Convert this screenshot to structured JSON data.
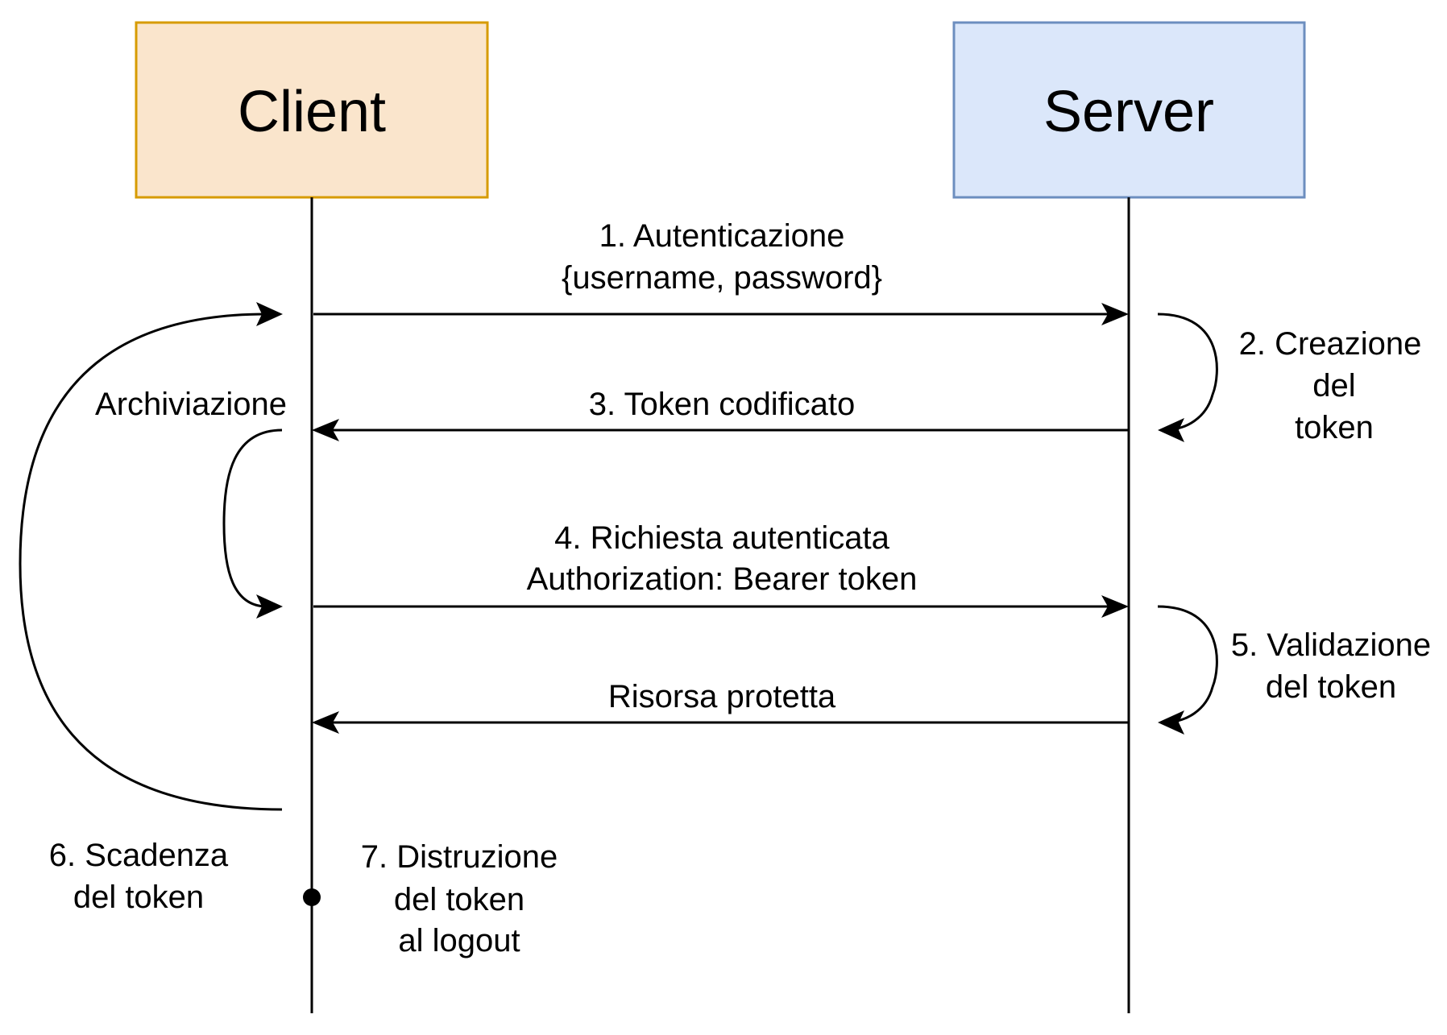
{
  "colors": {
    "client_fill": "#fae5cc",
    "client_stroke": "#d79b00",
    "server_fill": "#dbe7fa",
    "server_stroke": "#6c8ebf",
    "line": "#000000"
  },
  "actors": {
    "client": "Client",
    "server": "Server"
  },
  "messages": {
    "m1": [
      "1. Autenticazione",
      "{username, password}"
    ],
    "m3": [
      "3. Token codificato"
    ],
    "m4": [
      "4. Richiesta autenticata",
      "Authorization: Bearer token"
    ],
    "m_risorsa": [
      "Risorsa protetta"
    ]
  },
  "notes": {
    "n2": [
      "2. Creazione",
      "del",
      "token"
    ],
    "n_archiviazione": [
      "Archiviazione"
    ],
    "n5": [
      "5. Validazione",
      "del token"
    ],
    "n6": [
      "6. Scadenza",
      "del token"
    ],
    "n7": [
      "7. Distruzione",
      "del token",
      "al logout"
    ]
  }
}
